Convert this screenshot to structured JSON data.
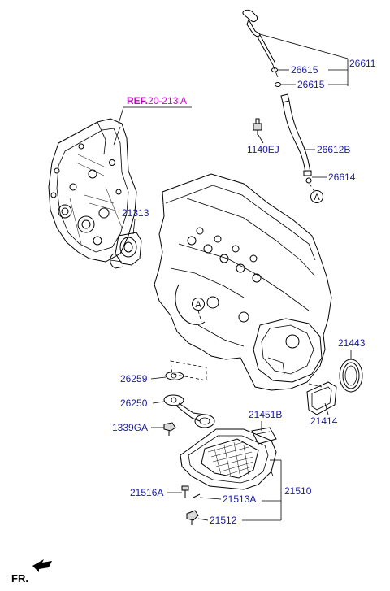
{
  "reference": {
    "prefix": "REF.",
    "code": "20-213 A"
  },
  "callouts": {
    "circle_a": "A"
  },
  "parts": {
    "p26611": "26611",
    "p26615_top": "26615",
    "p26615_bottom": "26615",
    "p1140EJ": "1140EJ",
    "p26612B": "26612B",
    "p26614": "26614",
    "p21313": "21313",
    "p21443": "21443",
    "p21414": "21414",
    "p26259": "26259",
    "p26250": "26250",
    "p1339GA": "1339GA",
    "p21451B": "21451B",
    "p21510": "21510",
    "p21516A": "21516A",
    "p21513A": "21513A",
    "p21512": "21512"
  },
  "direction": {
    "label": "FR."
  }
}
